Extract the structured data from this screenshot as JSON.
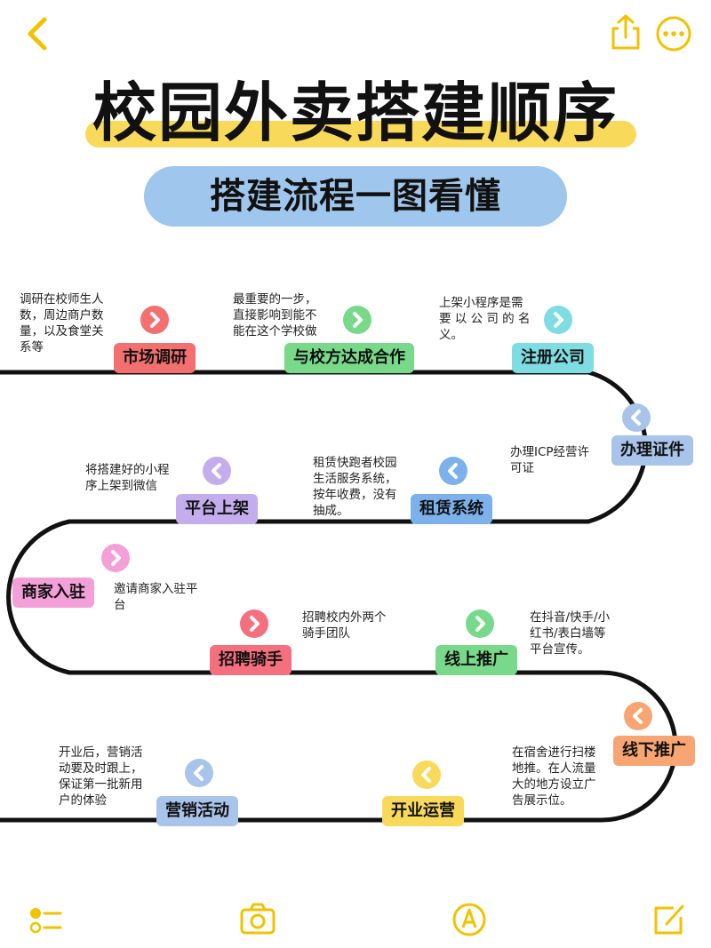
{
  "nav": {
    "back_icon": "chevron-left-icon",
    "share_icon": "share-icon",
    "more_icon": "more-icon"
  },
  "header": {
    "title": "校园外卖搭建顺序",
    "subtitle": "搭建流程一图看懂"
  },
  "steps": [
    {
      "label": "市场调研",
      "desc": [
        "调研在校师生人",
        "数，周边商户数",
        "量，以及食堂关",
        "系等"
      ],
      "color": "#f46f6f",
      "direction": "right"
    },
    {
      "label": "与校方达成合作",
      "desc": [
        "最重要的一步，",
        "直接影响到能不",
        "能在这个学校做"
      ],
      "color": "#79d98a",
      "direction": "right"
    },
    {
      "label": "注册公司",
      "desc": [
        "上架小程序是需",
        "要 以 公 司 的 名",
        "义。"
      ],
      "color": "#7ddde2",
      "direction": "right"
    },
    {
      "label": "办理证件",
      "desc": [
        "办理ICP经营许",
        "可证"
      ],
      "color": "#a9c4ea",
      "direction": "left"
    },
    {
      "label": "租赁系统",
      "desc": [
        "租赁快跑者校园",
        "生活服务系统，",
        "按年收费，没有",
        "抽成。"
      ],
      "color": "#7cb1ec",
      "direction": "left"
    },
    {
      "label": "平台上架",
      "desc": [
        "将搭建好的小程",
        "序上架到微信"
      ],
      "color": "#c4adec",
      "direction": "left"
    },
    {
      "label": "商家入驻",
      "desc": [
        "邀请商家入驻平",
        "台"
      ],
      "color": "#f4a0d8",
      "direction": "right"
    },
    {
      "label": "招聘骑手",
      "desc": [
        "招聘校内外两个",
        "骑手团队"
      ],
      "color": "#f4707f",
      "direction": "right"
    },
    {
      "label": "线上推广",
      "desc": [
        "在抖音/快手/小",
        "红书/表白墙等",
        "平台宣传。"
      ],
      "color": "#79d98a",
      "direction": "right"
    },
    {
      "label": "线下推广",
      "desc": [
        "在宿舍进行扫楼",
        "地推。在人流量",
        "大的地方设立广",
        "告展示位。"
      ],
      "color": "#f7a572",
      "direction": "left"
    },
    {
      "label": "开业运营",
      "desc": [],
      "color": "#f9d95a",
      "direction": "left"
    },
    {
      "label": "营销活动",
      "desc": [
        "开业后，营销活",
        "动要及时跟上，",
        "保证第一批新用",
        "户的体验"
      ],
      "color": "#a9c4ea",
      "direction": "left"
    }
  ],
  "toolbar": {
    "icons": [
      "checklist-icon",
      "camera-icon",
      "pen-icon",
      "edit-icon"
    ]
  },
  "colors": {
    "accent": "#f2c200",
    "path": "#111111"
  }
}
